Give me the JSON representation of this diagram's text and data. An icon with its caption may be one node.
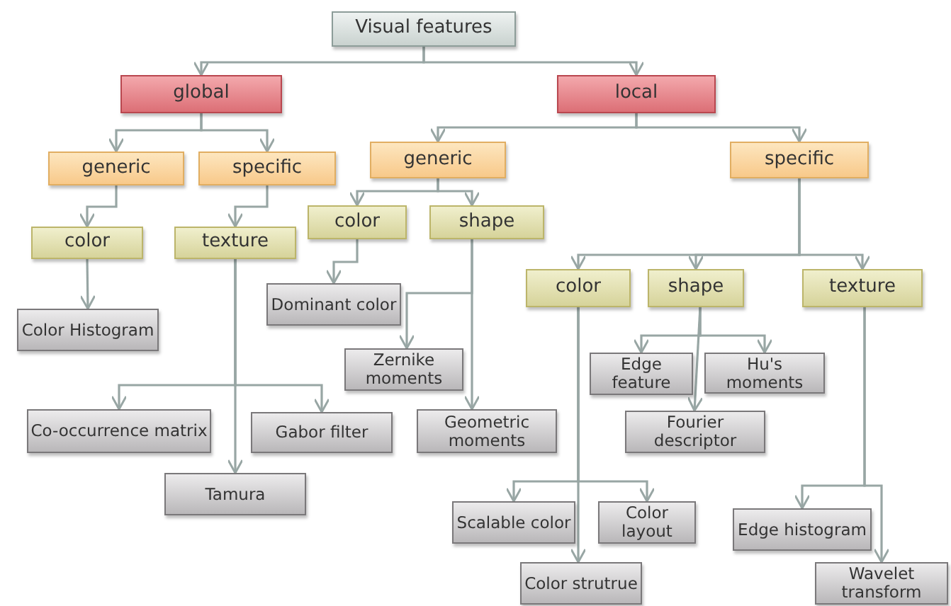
{
  "diagram": {
    "nodes": [
      {
        "text": [
          "Visual features"
        ]
      },
      {
        "text": [
          "global"
        ]
      },
      {
        "text": [
          "local"
        ]
      },
      {
        "text": [
          "generic"
        ]
      },
      {
        "text": [
          "specific"
        ]
      },
      {
        "text": [
          "generic"
        ]
      },
      {
        "text": [
          "specific"
        ]
      },
      {
        "text": [
          "color"
        ]
      },
      {
        "text": [
          "texture"
        ]
      },
      {
        "text": [
          "color"
        ]
      },
      {
        "text": [
          "shape"
        ]
      },
      {
        "text": [
          "color"
        ]
      },
      {
        "text": [
          "shape"
        ]
      },
      {
        "text": [
          "texture"
        ]
      },
      {
        "text": [
          "Color Histogram"
        ]
      },
      {
        "text": [
          "Dominant color"
        ]
      },
      {
        "text": [
          "Zernike moments"
        ]
      },
      {
        "text": [
          "Co-occurrence matrix"
        ]
      },
      {
        "text": [
          "Gabor filter"
        ]
      },
      {
        "text": [
          "Geometric moments"
        ]
      },
      {
        "text": [
          "Tamura"
        ]
      },
      {
        "text": [
          "Edge feature"
        ]
      },
      {
        "text": [
          "Hu's moments"
        ]
      },
      {
        "text": [
          "Fourier descriptor"
        ]
      },
      {
        "text": [
          "Scalable color"
        ]
      },
      {
        "text": [
          "Color layout"
        ]
      },
      {
        "text": [
          "Color strutrue"
        ]
      },
      {
        "text": [
          "Edge histogram"
        ]
      },
      {
        "text": [
          "Wavelet transform"
        ]
      }
    ],
    "edges": [
      {
        "from": 0,
        "to": 1,
        "arrow": "to"
      },
      {
        "from": 0,
        "to": 2,
        "arrow": "to"
      },
      {
        "from": 1,
        "to": 3,
        "arrow": "to"
      },
      {
        "from": 1,
        "to": 4,
        "arrow": "to"
      },
      {
        "from": 2,
        "to": 5,
        "arrow": "to"
      },
      {
        "from": 2,
        "to": 6,
        "arrow": "to"
      },
      {
        "from": 3,
        "to": 7,
        "arrow": "to"
      },
      {
        "from": 4,
        "to": 8,
        "arrow": "to"
      },
      {
        "from": 5,
        "to": 9,
        "arrow": "to"
      },
      {
        "from": 5,
        "to": 10,
        "arrow": "to"
      },
      {
        "from": 6,
        "to": 11,
        "arrow": "to"
      },
      {
        "from": 6,
        "to": 12,
        "arrow": "to"
      },
      {
        "from": 6,
        "to": 13,
        "arrow": "to"
      },
      {
        "from": 7,
        "to": 14,
        "arrow": "to"
      },
      {
        "from": 9,
        "to": 15,
        "arrow": "to"
      },
      {
        "from": 10,
        "to": 16,
        "arrow": "to"
      },
      {
        "from": 10,
        "to": 19,
        "arrow": "to"
      },
      {
        "from": 8,
        "to": 17,
        "arrow": "to"
      },
      {
        "from": 8,
        "to": 18,
        "arrow": "to"
      },
      {
        "from": 8,
        "to": 20,
        "arrow": "to"
      },
      {
        "from": 12,
        "to": 21,
        "arrow": "to"
      },
      {
        "from": 12,
        "to": 22,
        "arrow": "to"
      },
      {
        "from": 12,
        "to": 23,
        "arrow": "to"
      },
      {
        "from": 11,
        "to": 24,
        "arrow": "to"
      },
      {
        "from": 11,
        "to": 25,
        "arrow": "to"
      },
      {
        "from": 11,
        "to": 26,
        "arrow": "to"
      },
      {
        "from": 13,
        "to": 27,
        "arrow": "to"
      },
      {
        "from": 13,
        "to": 28,
        "arrow": "to"
      }
    ]
  }
}
